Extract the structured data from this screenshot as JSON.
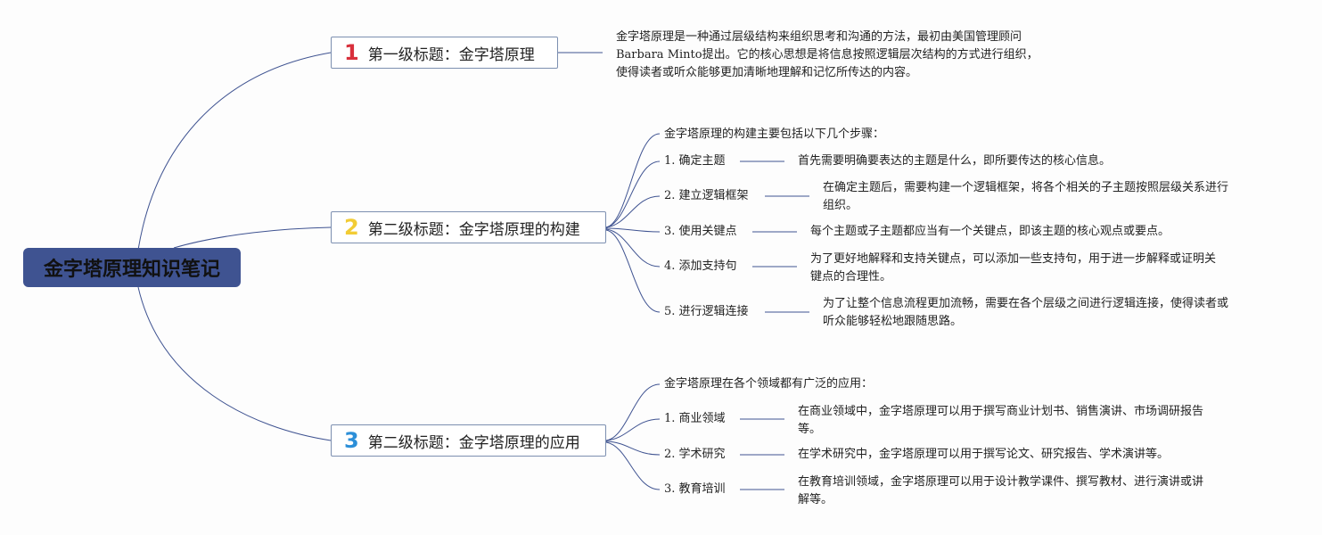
{
  "root": {
    "title": "金字塔原理知识笔记"
  },
  "branches": [
    {
      "number": "1",
      "title": "第一级标题：金字塔原理",
      "description_lines": [
        "金字塔原理是一种通过层级结构来组织思考和沟通的方法，最初由美国管理顾问",
        "Barbara Minto提出。它的核心思想是将信息按照逻辑层次结构的方式进行组织，",
        "使得读者或听众能够更加清晰地理解和记忆所传达的内容。"
      ]
    },
    {
      "number": "2",
      "title": "第二级标题：金字塔原理的构建",
      "intro": "金字塔原理的构建主要包括以下几个步骤：",
      "items": [
        {
          "label": "1. 确定主题",
          "detail_lines": [
            "首先需要明确要表达的主题是什么，即所要传达的核心信息。"
          ]
        },
        {
          "label": "2. 建立逻辑框架",
          "detail_lines": [
            "在确定主题后，需要构建一个逻辑框架，将各个相关的子主题按照层级关系进行",
            "组织。"
          ]
        },
        {
          "label": "3. 使用关键点",
          "detail_lines": [
            "每个主题或子主题都应当有一个关键点，即该主题的核心观点或要点。"
          ]
        },
        {
          "label": "4. 添加支持句",
          "detail_lines": [
            "为了更好地解释和支持关键点，可以添加一些支持句，用于进一步解释或证明关",
            "键点的合理性。"
          ]
        },
        {
          "label": "5. 进行逻辑连接",
          "detail_lines": [
            "为了让整个信息流程更加流畅，需要在各个层级之间进行逻辑连接，使得读者或",
            "听众能够轻松地跟随思路。"
          ]
        }
      ]
    },
    {
      "number": "3",
      "title": "第二级标题：金字塔原理的应用",
      "intro": "金字塔原理在各个领域都有广泛的应用：",
      "items": [
        {
          "label": "1. 商业领域",
          "detail_lines": [
            "在商业领域中，金字塔原理可以用于撰写商业计划书、销售演讲、市场调研报告",
            "等。"
          ]
        },
        {
          "label": "2. 学术研究",
          "detail_lines": [
            "在学术研究中，金字塔原理可以用于撰写论文、研究报告、学术演讲等。"
          ]
        },
        {
          "label": "3. 教育培训",
          "detail_lines": [
            "在教育培训领域，金字塔原理可以用于设计教学课件、撰写教材、进行演讲或讲",
            "解等。"
          ]
        }
      ]
    }
  ]
}
